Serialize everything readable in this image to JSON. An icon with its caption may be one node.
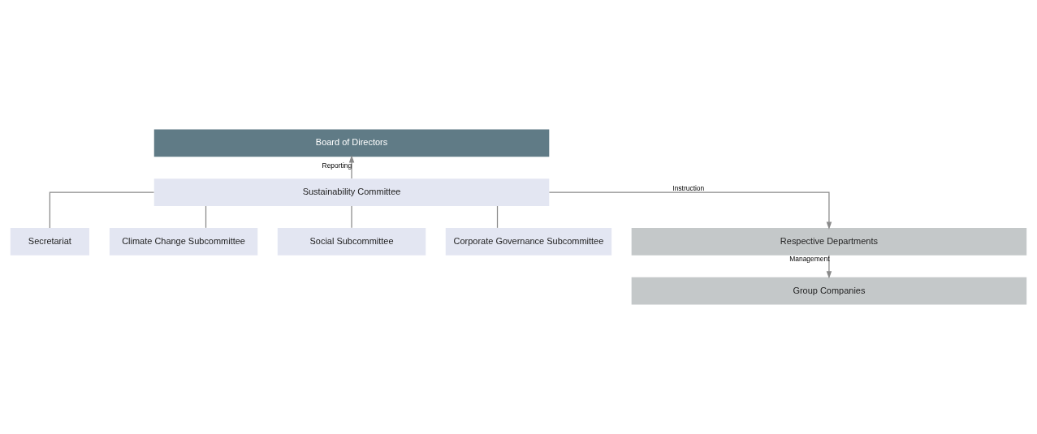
{
  "diagram": {
    "nodes": [
      {
        "text": [
          "Board of Directors"
        ]
      },
      {
        "text": [
          "Sustainability Committee"
        ]
      },
      {
        "text": [
          "Secretariat"
        ]
      },
      {
        "text": [
          "Climate Change Subcommittee"
        ]
      },
      {
        "text": [
          "Social Subcommittee"
        ]
      },
      {
        "text": [
          "Corporate Governance Subcommittee"
        ]
      },
      {
        "text": [
          "Respective Departments"
        ]
      },
      {
        "text": [
          "Group Companies"
        ]
      }
    ],
    "edges": [
      {
        "from": 1,
        "to": 0,
        "arrow": "to",
        "label": "Reporting"
      },
      {
        "from": 1,
        "to": 2,
        "arrow": "none"
      },
      {
        "from": 1,
        "to": 3,
        "arrow": "none"
      },
      {
        "from": 1,
        "to": 4,
        "arrow": "none"
      },
      {
        "from": 1,
        "to": 5,
        "arrow": "none"
      },
      {
        "from": 1,
        "to": 6,
        "arrow": "to",
        "label": "Instruction"
      },
      {
        "from": 6,
        "to": 7,
        "arrow": "to",
        "label": "Management"
      }
    ]
  }
}
